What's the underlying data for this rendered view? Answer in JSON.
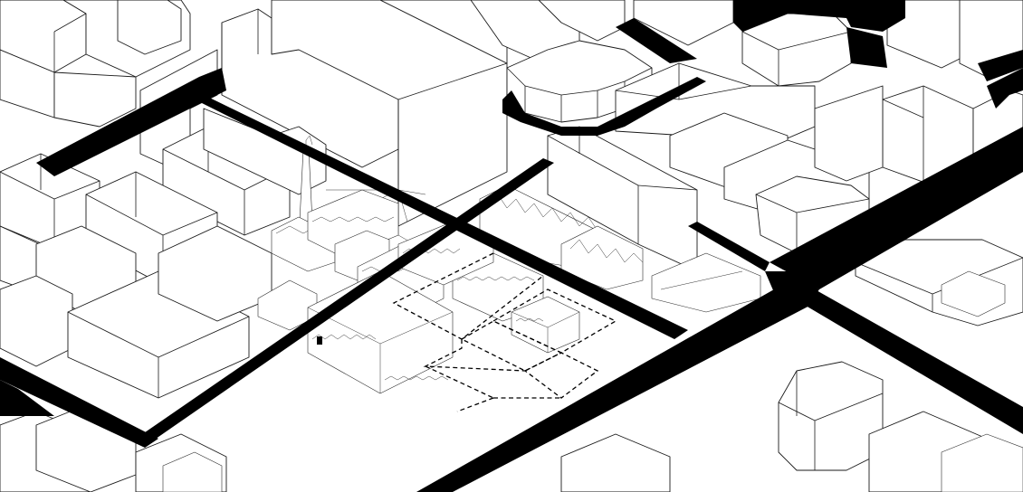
{
  "diagram": {
    "type": "isometric-urban-axonometric",
    "colors": {
      "background": "#ffffff",
      "roads": "#000000",
      "building_fill": "#ffffff",
      "building_outline": "#1a1a1a"
    },
    "features": {
      "roads": [
        "main-diagonal-avenue",
        "cross-avenue",
        "northwest-street",
        "northeast-street",
        "southeast-street",
        "west-street"
      ],
      "building_groups": [
        "north-blocks",
        "west-blocks",
        "east-blocks",
        "south-blocks",
        "historic-factory-complex"
      ],
      "landmarks": [
        "factory-chimney",
        "arcaded-warehouse"
      ],
      "proposal_overlay": "dashed-grid"
    }
  }
}
